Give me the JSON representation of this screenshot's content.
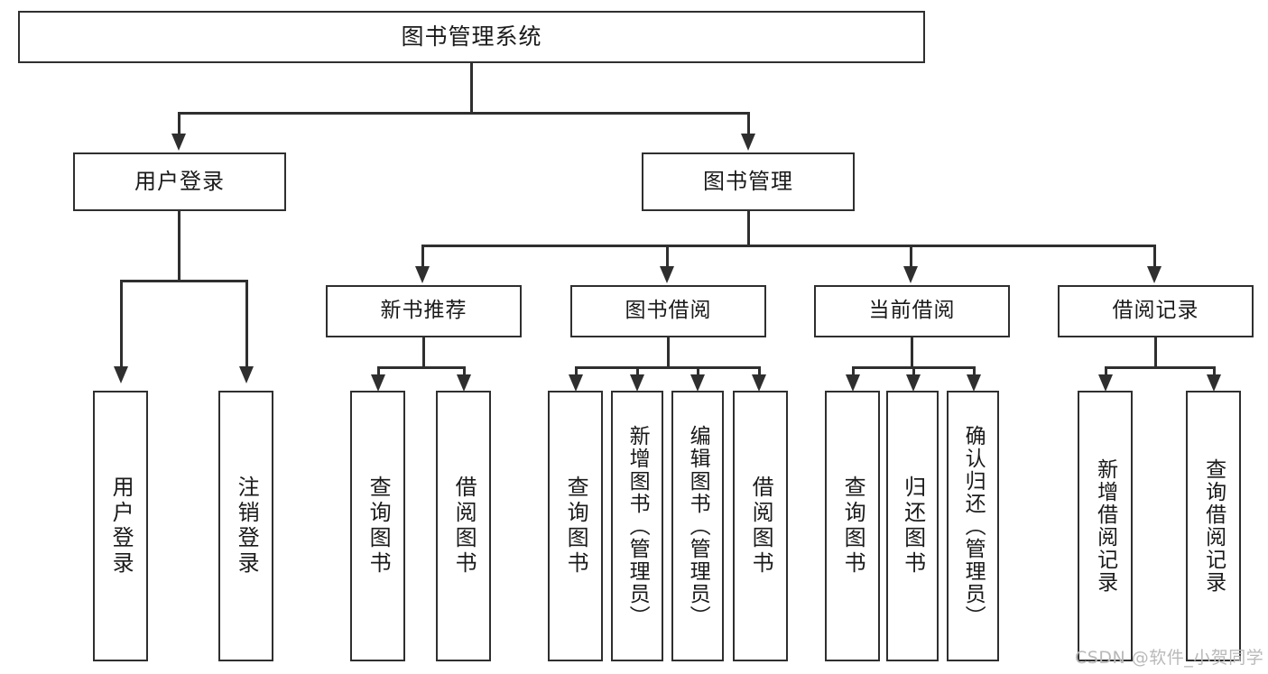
{
  "diagram": {
    "title": "图书管理系统",
    "watermark": "CSDN @软件_小贺同学",
    "colors": {
      "stroke": "#2f2f2f",
      "background": "#ffffff",
      "text": "#1a1a1a",
      "watermark": "#b9b9b9"
    },
    "root": {
      "label": "图书管理系统"
    },
    "level2": [
      {
        "label": "用户登录"
      },
      {
        "label": "图书管理"
      }
    ],
    "level3": [
      {
        "label": "新书推荐"
      },
      {
        "label": "图书借阅"
      },
      {
        "label": "当前借阅"
      },
      {
        "label": "借阅记录"
      }
    ],
    "leaves": {
      "user_login": [
        {
          "label": "用户登录"
        },
        {
          "label": "注销登录"
        }
      ],
      "new_book": [
        {
          "label": "查询图书"
        },
        {
          "label": "借阅图书"
        }
      ],
      "book_borrow": [
        {
          "label": "查询图书"
        },
        {
          "label": "新增图书（管理员）"
        },
        {
          "label": "编辑图书（管理员）"
        },
        {
          "label": "借阅图书"
        }
      ],
      "current_borrow": [
        {
          "label": "查询图书"
        },
        {
          "label": "归还图书"
        },
        {
          "label": "确认归还（管理员）"
        }
      ],
      "borrow_record": [
        {
          "label": "新增借阅记录"
        },
        {
          "label": "查询借阅记录"
        }
      ]
    }
  }
}
